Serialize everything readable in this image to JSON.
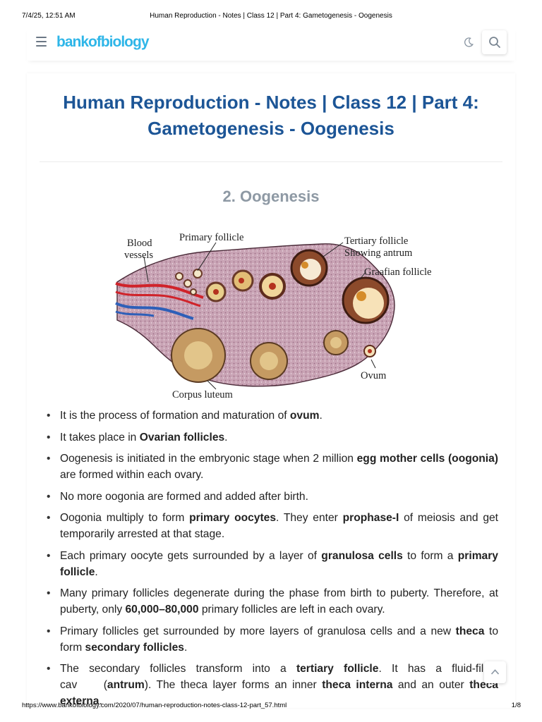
{
  "print_header": {
    "timestamp": "7/4/25, 12:51 AM",
    "page_title": "Human Reproduction - Notes | Class 12 | Part 4: Gametogenesis - Oogenesis"
  },
  "site_header": {
    "logo": "bankofbiology",
    "icons": [
      "menu-icon",
      "moon-icon",
      "search-icon"
    ]
  },
  "article": {
    "title_line1": "Human Reproduction - Notes | Class 12 | Part 4:",
    "title_line2": "Gametogenesis - Oogenesis",
    "section_heading": "2. Oogenesis",
    "diagram": {
      "labels": {
        "blood_vessels_1": "Blood",
        "blood_vessels_2": "vessels",
        "primary_follicle": "Primary follicle",
        "tertiary_1": "Tertiary follicle",
        "tertiary_2": "Showing antrum",
        "graafian": "Graafian follicle",
        "ovum": "Ovum",
        "corpus_luteum": "Corpus luteum"
      }
    },
    "bullets": [
      [
        {
          "t": "It is the process of formation and maturation of "
        },
        {
          "t": "ovum",
          "b": true
        },
        {
          "t": "."
        }
      ],
      [
        {
          "t": "It takes place in "
        },
        {
          "t": "Ovarian follicles",
          "b": true
        },
        {
          "t": "."
        }
      ],
      [
        {
          "t": "Oogenesis is initiated in the embryonic stage when 2 million "
        },
        {
          "t": "egg mother cells (oogonia)",
          "b": true
        },
        {
          "t": " are formed within each ovary."
        }
      ],
      [
        {
          "t": "No more oogonia are formed and added after birth."
        }
      ],
      [
        {
          "t": "Oogonia multiply to form "
        },
        {
          "t": "primary oocytes",
          "b": true
        },
        {
          "t": ". They enter "
        },
        {
          "t": "prophase-I",
          "b": true
        },
        {
          "t": " of meiosis and get temporarily arrested at that stage."
        }
      ],
      [
        {
          "t": "Each primary oocyte gets surrounded by a layer of "
        },
        {
          "t": "granulosa cells",
          "b": true
        },
        {
          "t": " to form a "
        },
        {
          "t": "primary follicle",
          "b": true
        },
        {
          "t": "."
        }
      ],
      [
        {
          "t": "Many primary follicles degenerate during the phase from birth to puberty. Therefore, at puberty, only "
        },
        {
          "t": "60,000–80,000",
          "b": true
        },
        {
          "t": " primary follicles are left in each ovary."
        }
      ],
      [
        {
          "t": "Primary follicles get surrounded by more layers of granulosa cells and a new "
        },
        {
          "t": "theca",
          "b": true
        },
        {
          "t": " to form "
        },
        {
          "t": "secondary follicles",
          "b": true
        },
        {
          "t": "."
        }
      ],
      [
        {
          "t": "The secondary follicles transform into a "
        },
        {
          "t": "tertiary follicle",
          "b": true
        },
        {
          "t": ". It has a fluid-filled cav"
        },
        {
          "t": "     "
        },
        {
          "t": "("
        },
        {
          "t": "antrum",
          "b": true
        },
        {
          "t": "). The theca layer forms an inner "
        },
        {
          "t": "theca interna",
          "b": true
        },
        {
          "t": " and an outer "
        },
        {
          "t": "theca externa",
          "b": true
        },
        {
          "t": "."
        }
      ]
    ]
  },
  "print_footer": {
    "url": "https://www.bankofbiology.com/2020/07/human-reproduction-notes-class-12-part_57.html",
    "page": "1/8"
  }
}
